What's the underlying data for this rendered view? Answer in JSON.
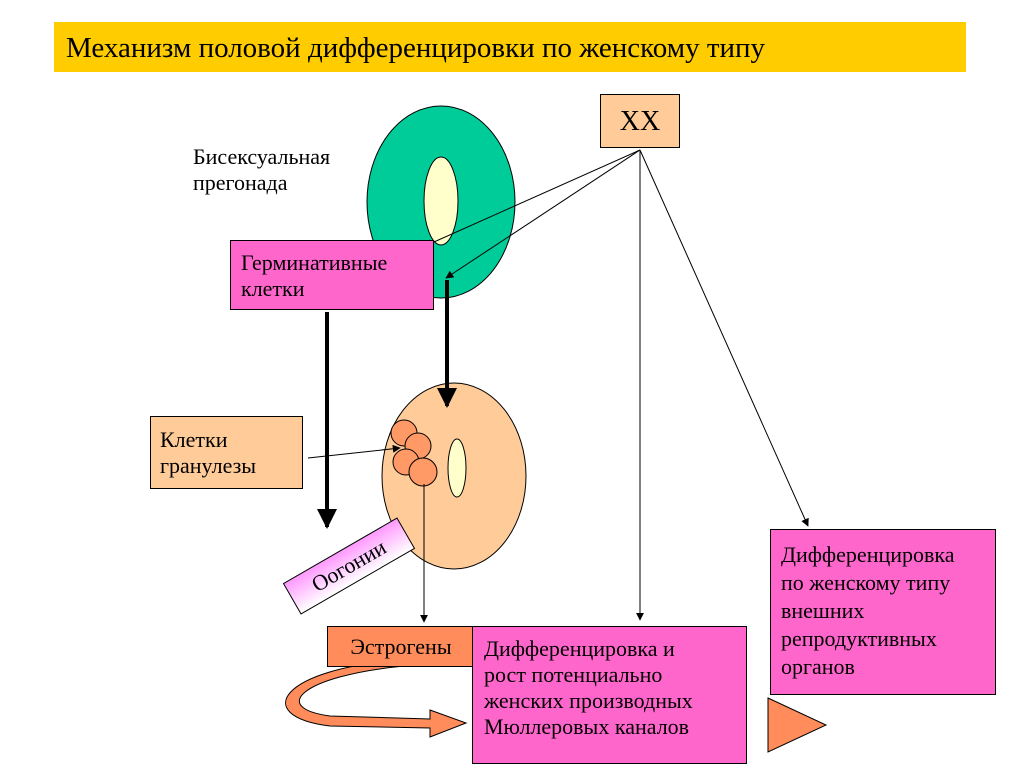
{
  "title": "Механизм половой дифференцировки по женскому типу",
  "labels": {
    "pregonad": [
      "Бисексуальная",
      "прегонада"
    ]
  },
  "boxes": {
    "xx": "XX",
    "germ_cells": [
      "Герминативные",
      "клетки"
    ],
    "granulosa": [
      "Клетки",
      "гранулезы"
    ],
    "oogonia": "Оогонии",
    "estrogens": "Эстрогены",
    "muller": [
      "Дифференцировка и",
      "рост потенциально",
      "женских производных",
      "Мюллеровых каналов"
    ],
    "external": [
      "Дифференцировка",
      "по женскому типу",
      "внешних",
      "репродуктивных",
      "органов"
    ]
  },
  "colors": {
    "title_bg": "#ffcc00",
    "pregonad_ring": "#00cc99",
    "pregonad_core": "#ffffcc",
    "peach": "#ffcc99",
    "pink": "#ff66cc",
    "salmon": "#ff8c5a",
    "granulosa_cells": "#ff9966"
  }
}
